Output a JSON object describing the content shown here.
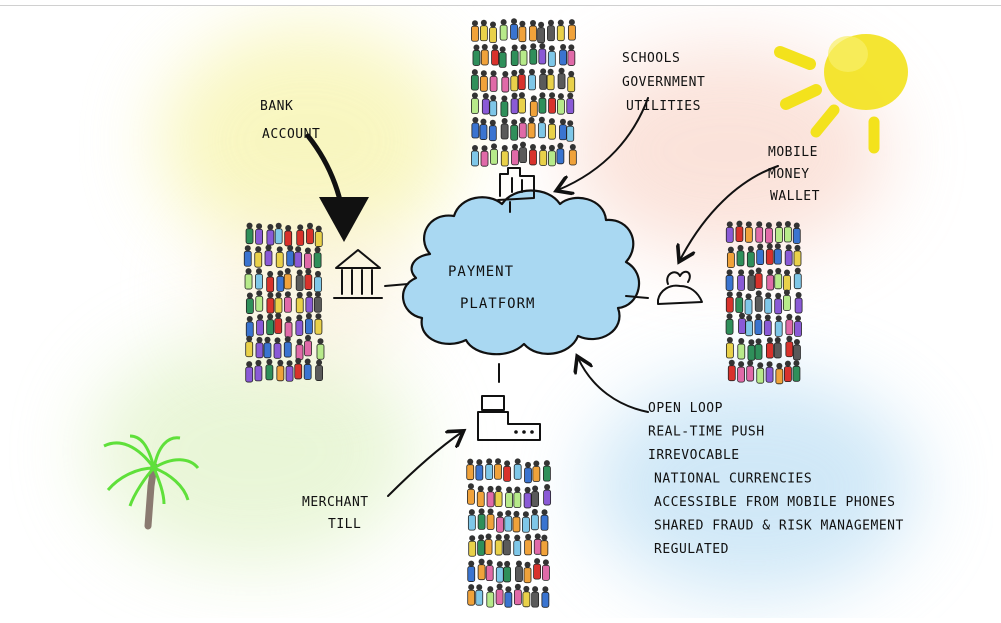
{
  "center": {
    "line1": "PAYMENT",
    "line2": "PLATFORM"
  },
  "labels": {
    "bank": {
      "line1": "BANK",
      "line2": "ACCOUNT"
    },
    "top": {
      "line1": "SCHOOLS",
      "line2": "GOVERNMENT",
      "line3": "UTILITIES"
    },
    "mobile": {
      "line1": "MOBILE",
      "line2": "MONEY",
      "line3": "WALLET"
    },
    "merchant": {
      "line1": "MERCHANT",
      "line2": "TILL"
    }
  },
  "features": [
    "OPEN LOOP",
    "REAL-TIME PUSH",
    "IRREVOCABLE",
    "NATIONAL CURRENCIES",
    "ACCESSIBLE FROM MOBILE PHONES",
    "SHARED FRAUD & RISK MANAGEMENT",
    "REGULATED"
  ],
  "colors": {
    "ink": "#111111",
    "cloud": "#9fd4f2",
    "sun": "#f3e21c",
    "palm": "#5fe03a"
  }
}
